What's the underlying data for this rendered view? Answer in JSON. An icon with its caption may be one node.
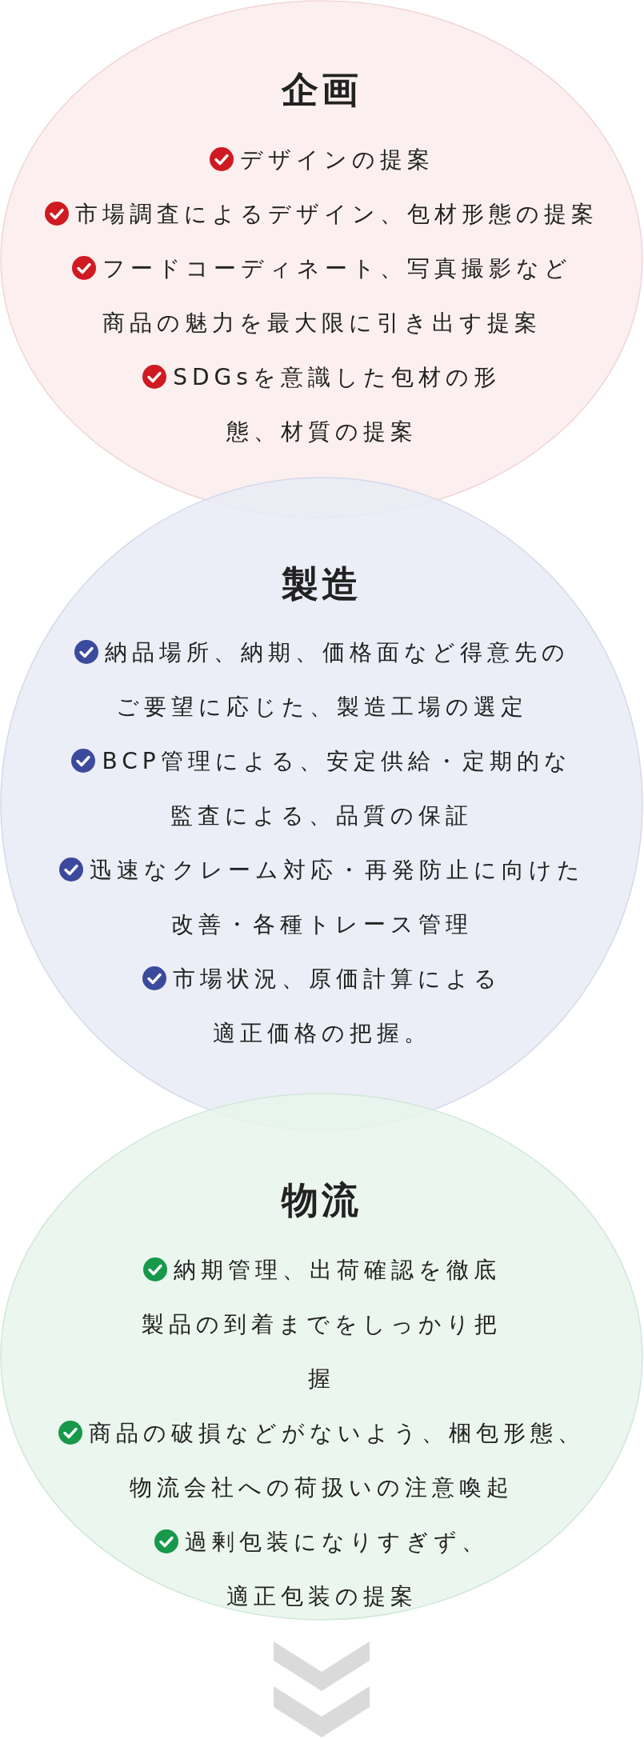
{
  "diagram": {
    "nodes": [
      {
        "text": [
          "企画",
          "デザインの提案",
          "市場調査によるデザイン、包材形態の提案",
          "フードコーディネート、写真撮影など商品の魅力を最大限に引き出す提案",
          "SDGsを意識した包材の形態、材質の提案"
        ]
      },
      {
        "text": [
          "製造",
          "納品場所、納期、価格面など得意先のご要望に応じた、製造工場の選定",
          "BCP管理による、安定供給・定期的な監査による、品質の保証",
          "迅速なクレーム対応・再発防止に向けた改善・各種トレース管理",
          "市場状況、原価計算による適正価格の把握。"
        ]
      },
      {
        "text": [
          "物流",
          "納期管理、出荷確認を徹底製品の到着までをしっかり把握",
          "商品の破損などがないよう、梱包形態、物流会社への荷扱いの注意喚起",
          "過剰包装になりすぎず、適正包装の提案"
        ]
      }
    ]
  }
}
